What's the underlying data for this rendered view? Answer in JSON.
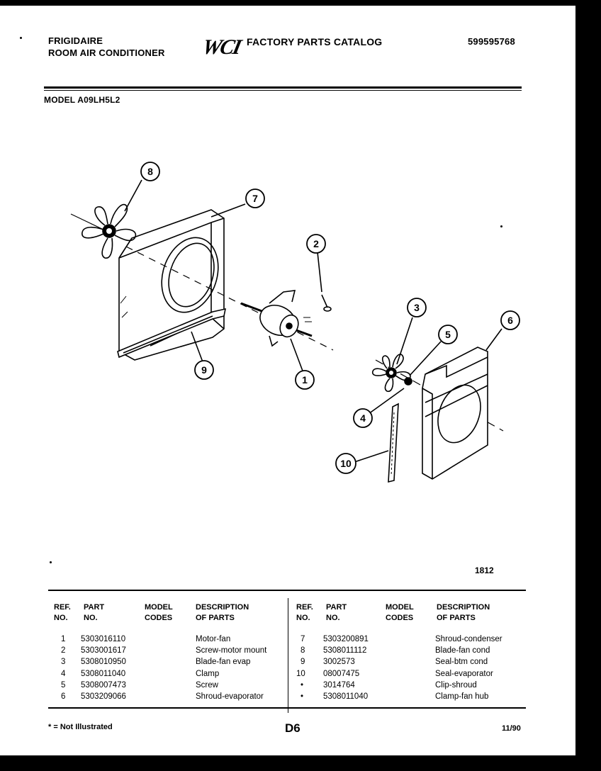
{
  "header": {
    "brand": "FRIGIDAIRE",
    "product": "ROOM AIR CONDITIONER",
    "logo": "WCI",
    "catalog_title": "FACTORY PARTS CATALOG",
    "catalog_number": "599595768",
    "model_line": "MODEL A09LH5L2"
  },
  "diagram": {
    "callouts": [
      "1",
      "2",
      "3",
      "4",
      "5",
      "6",
      "7",
      "8",
      "9",
      "10"
    ],
    "diagram_id": "1812"
  },
  "table": {
    "headers": {
      "ref_no": [
        "REF.",
        "NO."
      ],
      "part_no": [
        "PART",
        "NO."
      ],
      "model_codes": [
        "MODEL",
        "CODES"
      ],
      "description": [
        "DESCRIPTION",
        "OF PARTS"
      ]
    },
    "left": [
      {
        "ref": "1",
        "part": "5303016110",
        "codes": "",
        "desc": "Motor-fan"
      },
      {
        "ref": "2",
        "part": "5303001617",
        "codes": "",
        "desc": "Screw-motor mount"
      },
      {
        "ref": "3",
        "part": "5308010950",
        "codes": "",
        "desc": "Blade-fan evap"
      },
      {
        "ref": "4",
        "part": "5308011040",
        "codes": "",
        "desc": "Clamp"
      },
      {
        "ref": "5",
        "part": "5308007473",
        "codes": "",
        "desc": "Screw"
      },
      {
        "ref": "6",
        "part": "5303209066",
        "codes": "",
        "desc": "Shroud-evaporator"
      }
    ],
    "right": [
      {
        "ref": "7",
        "part": "5303200891",
        "codes": "",
        "desc": "Shroud-condenser"
      },
      {
        "ref": "8",
        "part": "5308011112",
        "codes": "",
        "desc": "Blade-fan cond"
      },
      {
        "ref": "9",
        "part": "3002573",
        "codes": "",
        "desc": "Seal-btm cond"
      },
      {
        "ref": "10",
        "part": "08007475",
        "codes": "",
        "desc": "Seal-evaporator"
      },
      {
        "ref": "•",
        "part": "3014764",
        "codes": "",
        "desc": "Clip-shroud"
      },
      {
        "ref": "•",
        "part": "5308011040",
        "codes": "",
        "desc": "Clamp-fan hub"
      }
    ]
  },
  "footer": {
    "note": "* = Not Illustrated",
    "page_code": "D6",
    "date": "11/90"
  }
}
